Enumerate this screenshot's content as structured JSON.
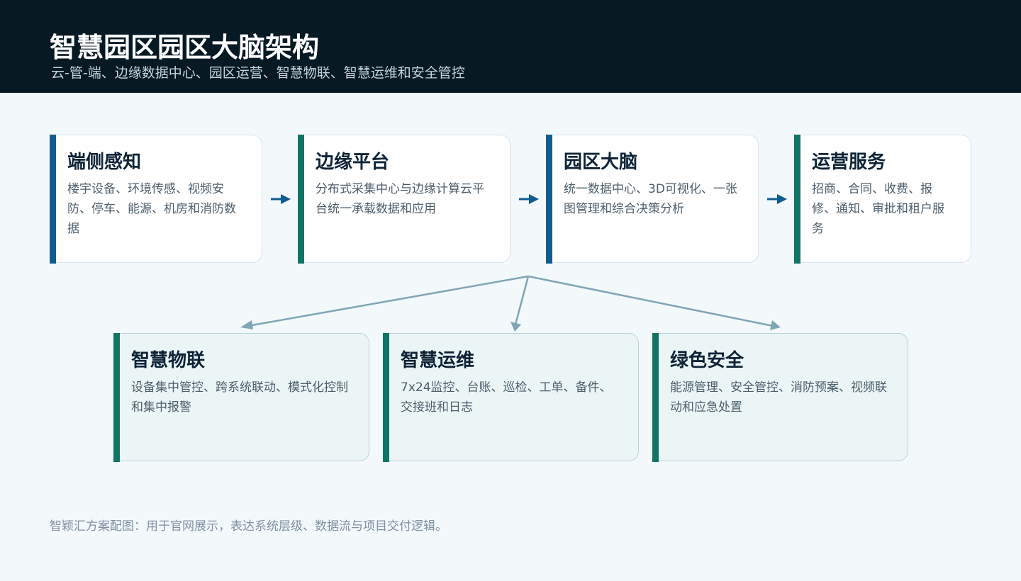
{
  "header": {
    "title": "智慧园区园区大脑架构",
    "subtitle": "云-管-端、边缘数据中心、园区运营、智慧物联、智慧运维和安全管控"
  },
  "colors": {
    "header_bg": "#071a24",
    "accent_blue": "#0f5c91",
    "accent_teal": "#117565",
    "arrow": "#0f5c91",
    "connector": "#7fa6b4"
  },
  "top_row": [
    {
      "title": "端侧感知",
      "desc": "楼宇设备、环境传感、视频安防、停车、能源、机房和消防数据",
      "accent": "#0f5c91"
    },
    {
      "title": "边缘平台",
      "desc": "分布式采集中心与边缘计算云平台统一承载数据和应用",
      "accent": "#117565"
    },
    {
      "title": "园区大脑",
      "desc": "统一数据中心、3D可视化、一张图管理和综合决策分析",
      "accent": "#0f5c91"
    },
    {
      "title": "运营服务",
      "desc": "招商、合同、收费、报修、通知、审批和租户服务",
      "accent": "#117565"
    }
  ],
  "bottom_row": [
    {
      "title": "智慧物联",
      "desc": "设备集中管控、跨系统联动、模式化控制和集中报警",
      "accent": "#117565"
    },
    {
      "title": "智慧运维",
      "desc": "7x24监控、台账、巡检、工单、备件、交接班和日志",
      "accent": "#117565"
    },
    {
      "title": "绿色安全",
      "desc": "能源管理、安全管控、消防预案、视频联动和应急处置",
      "accent": "#117565"
    }
  ],
  "footer": "智颖汇方案配图：用于官网展示，表达系统层级、数据流与项目交付逻辑。"
}
